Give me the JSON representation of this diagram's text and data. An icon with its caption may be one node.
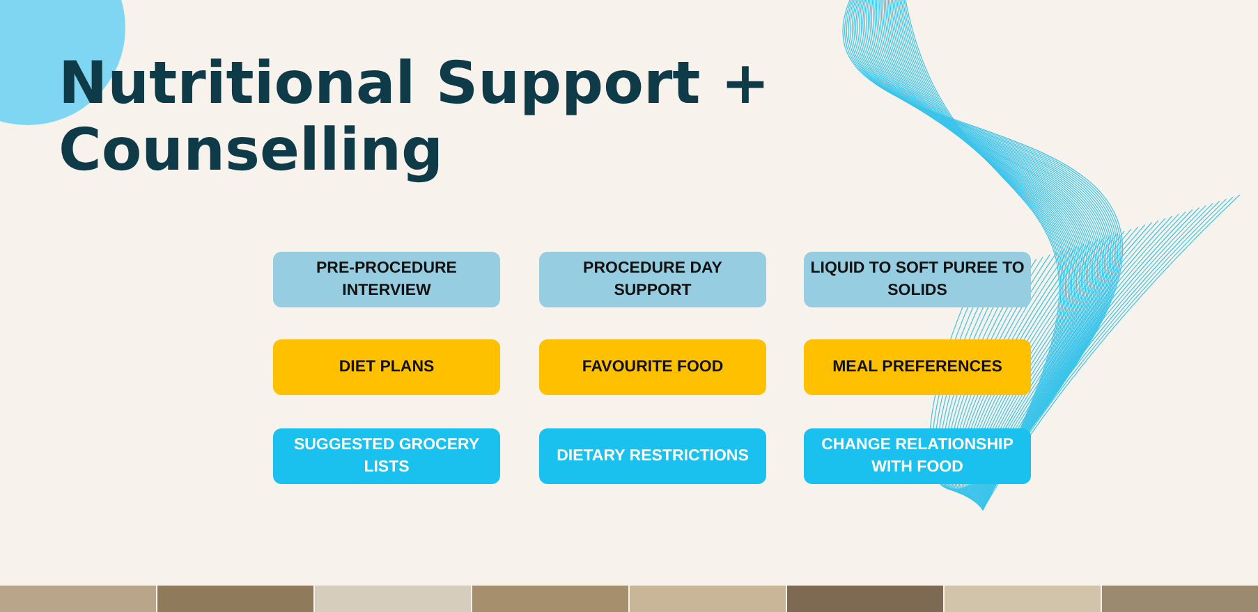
{
  "diagram": {
    "title": "Nutritional Support + Counselling",
    "nodes": [
      {
        "text": [
          "PRE-PROCEDURE INTERVIEW"
        ]
      },
      {
        "text": [
          "PROCEDURE DAY SUPPORT"
        ]
      },
      {
        "text": [
          "LIQUID TO SOFT PUREE TO SOLIDS"
        ]
      },
      {
        "text": [
          "DIET PLANS"
        ]
      },
      {
        "text": [
          "FAVOURITE FOOD"
        ]
      },
      {
        "text": [
          "MEAL PREFERENCES"
        ]
      },
      {
        "text": [
          "SUGGESTED GROCERY LISTS"
        ]
      },
      {
        "text": [
          "DIETARY RESTRICTIONS"
        ]
      },
      {
        "text": [
          "CHANGE RELATIONSHIP WITH FOOD"
        ]
      }
    ]
  }
}
